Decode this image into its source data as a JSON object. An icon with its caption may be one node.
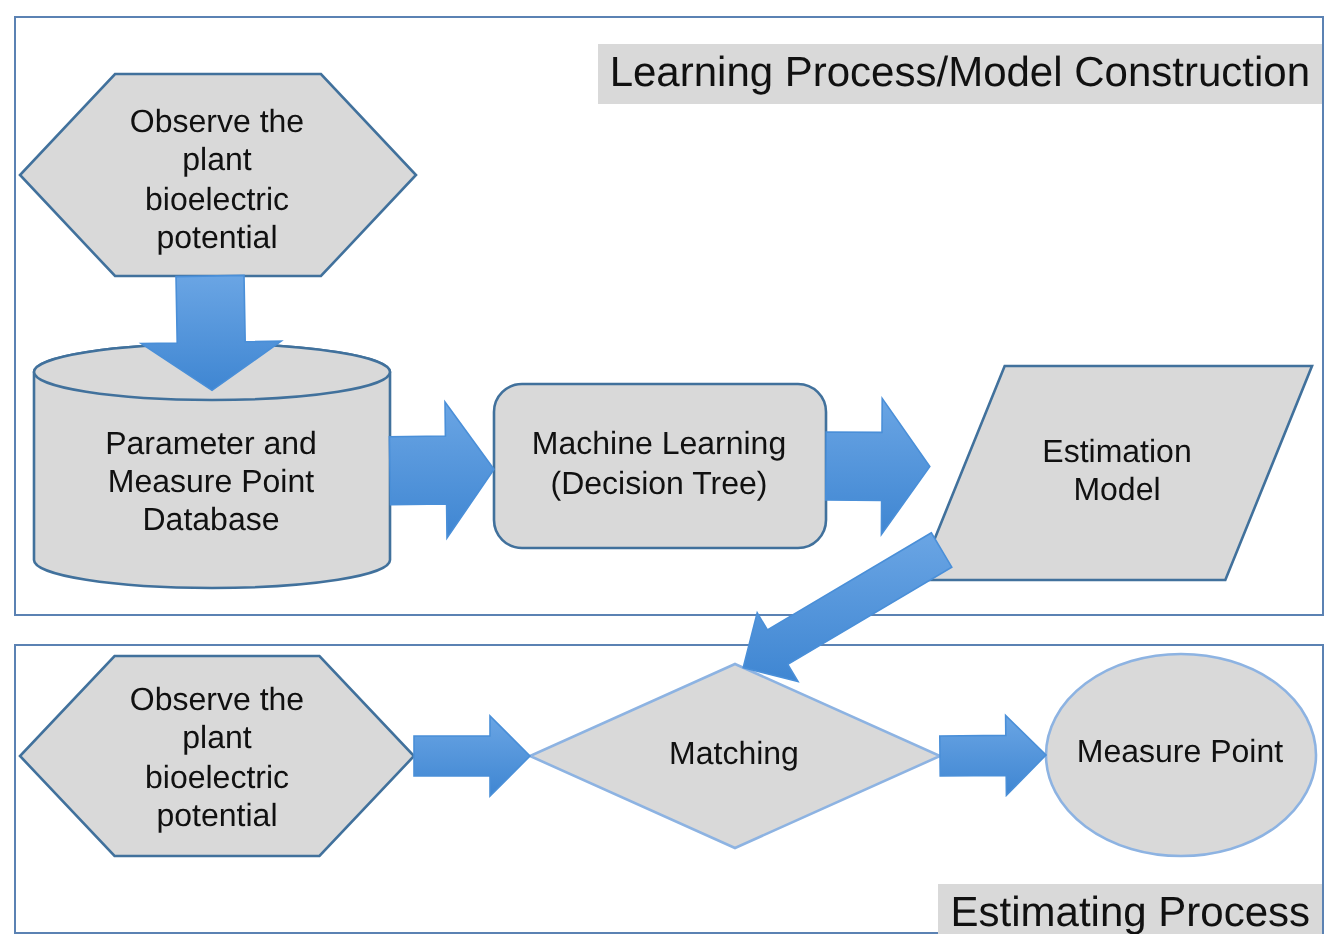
{
  "diagram": {
    "nodes": [
      {
        "text": [
          "Learning Process/Model Construction"
        ]
      },
      {
        "text": [
          "Observe the plant bioelectric potential"
        ],
        "in": 0
      },
      {
        "text": [
          "Parameter and Measure Point Database"
        ],
        "in": 0
      },
      {
        "text": [
          "Machine Learning (Decision Tree)"
        ],
        "in": 0
      },
      {
        "text": [
          "Estimation Model"
        ],
        "in": 0
      },
      {
        "text": [
          "Estimating Process"
        ]
      },
      {
        "text": [
          "Observe the plant bioelectric potential"
        ],
        "in": 5
      },
      {
        "text": [
          "Matching"
        ],
        "in": 5
      },
      {
        "text": [
          "Measure Point"
        ],
        "in": 5
      }
    ],
    "edges": [
      {
        "from": 1,
        "to": 2,
        "arrow": "to"
      },
      {
        "from": 2,
        "to": 3,
        "arrow": "to"
      },
      {
        "from": 3,
        "to": 4,
        "arrow": "to"
      },
      {
        "from": 4,
        "to": 7,
        "arrow": "to"
      },
      {
        "from": 6,
        "to": 7,
        "arrow": "to"
      },
      {
        "from": 7,
        "to": 8,
        "arrow": "to"
      }
    ]
  }
}
